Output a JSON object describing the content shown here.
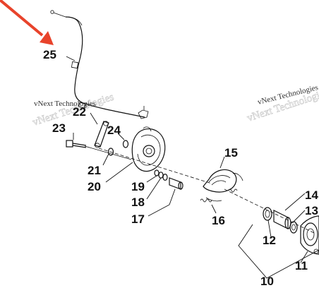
{
  "watermark": {
    "text": "vNext Technologies",
    "color": "#333333"
  },
  "pointer": {
    "color": "#e8432b"
  },
  "callouts": {
    "n25": "25",
    "n22": "22",
    "n23": "23",
    "n24": "24",
    "n21": "21",
    "n20": "20",
    "n19": "19",
    "n18": "18",
    "n17": "17",
    "n15": "15",
    "n16": "16",
    "n14": "14",
    "n13": "13",
    "n12": "12",
    "n11": "11",
    "n10": "10"
  }
}
